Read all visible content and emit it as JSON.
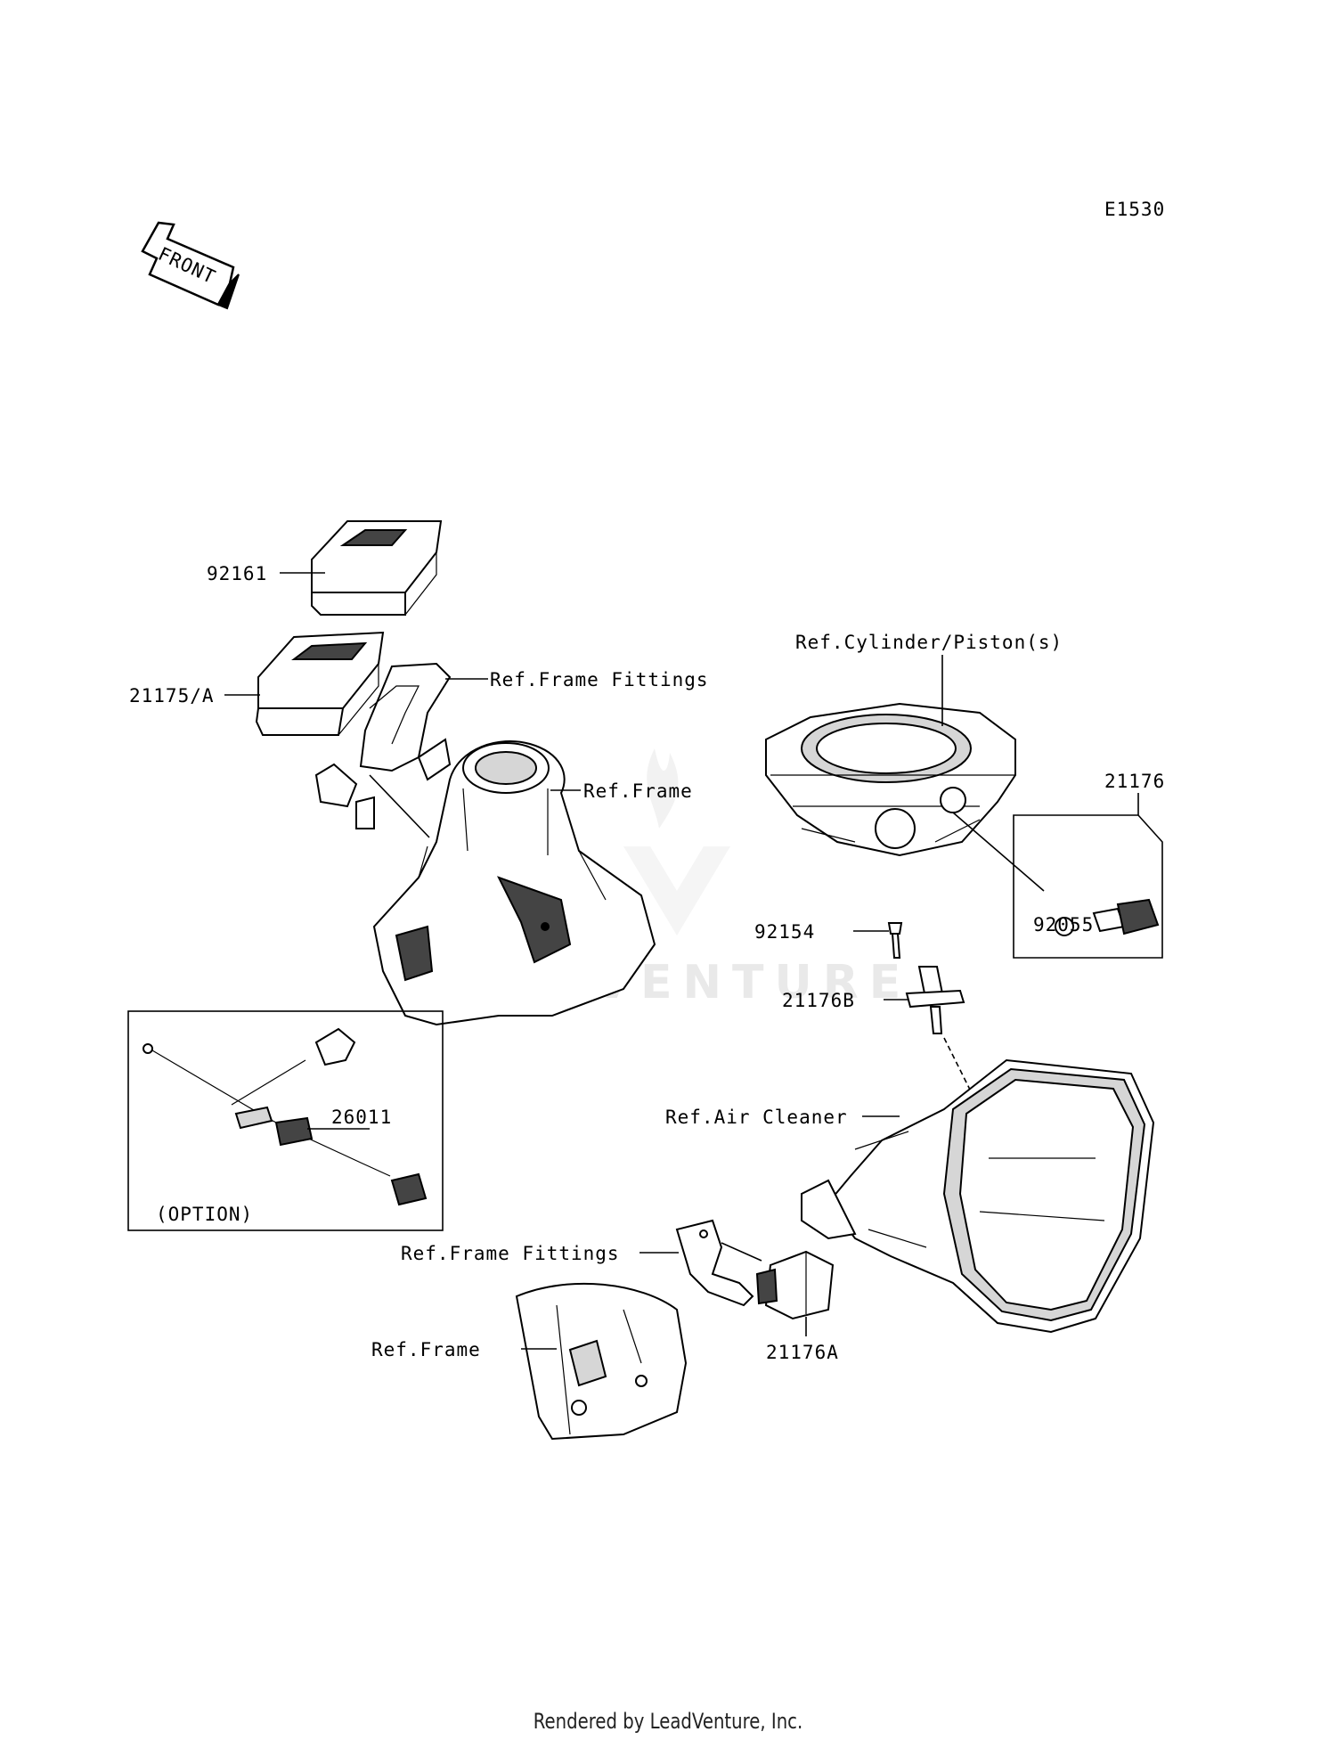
{
  "diagram": {
    "code": "E1530",
    "front_arrow": "FRONT",
    "watermark": "LEADVENTURE",
    "labels": {
      "p92161": "92161",
      "p21175": "21175/A",
      "ref_frame_fittings_1": "Ref.Frame Fittings",
      "ref_frame_1": "Ref.Frame",
      "ref_cylinder": "Ref.Cylinder/Piston(s)",
      "p21176": "21176",
      "p92055": "92055",
      "p92154": "92154",
      "p21176b": "21176B",
      "ref_air_cleaner": "Ref.Air Cleaner",
      "p26011": "26011",
      "option": "(OPTION)",
      "ref_frame_fittings_2": "Ref.Frame Fittings",
      "ref_frame_2": "Ref.Frame",
      "p21176a": "21176A"
    },
    "footer": "Rendered by LeadVenture, Inc."
  }
}
